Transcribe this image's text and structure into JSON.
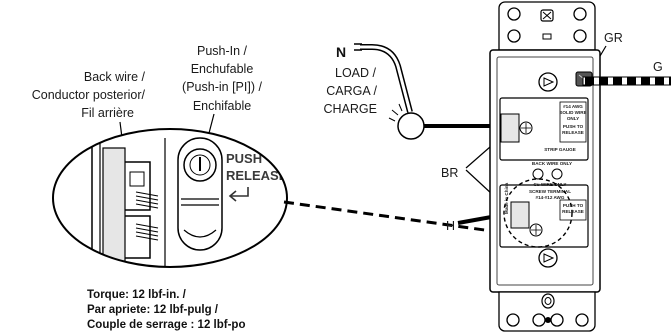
{
  "labels": {
    "back_wire": [
      "Back wire /",
      "Conductor posterior/",
      "Fil arrière"
    ],
    "push_in": [
      "Push-In  /",
      "Enchufable",
      "(Push-in [PI]) /",
      "Enchifable"
    ],
    "neutral": "N",
    "load": [
      "LOAD /",
      "CARGA /",
      "CHARGE"
    ],
    "ground_screw": "GR",
    "ground": "G",
    "brass": "BR",
    "hot": "H",
    "torque": [
      "Torque: 12 lbf-in. /",
      "Par apriete: 12 lbf-pulg /",
      "Couple de serrage : 12 lbf-po"
    ]
  },
  "magnified_view": {
    "push": "PUSH",
    "release": "RELEASE"
  },
  "device_markings": {
    "upper": [
      "#14 AWG",
      "SOLID WIRE",
      "ONLY",
      "PUSH TO",
      "RELEASE"
    ],
    "strip_gauge": "STRIP GAUGE",
    "back_wire_only": "BACK WIRE ONLY",
    "cu_wire_only": "Cu WIRE ONLY",
    "screw_terminal": [
      "SCREW TERMINAL",
      "#14-#12 AWG"
    ],
    "made_in": "Made in China",
    "lower": [
      "PUSH TO",
      "RELEASE"
    ]
  },
  "colors": {
    "line": "#000000",
    "device_fill": "#ffffff",
    "terminal_fill": "#e6e6e6"
  }
}
